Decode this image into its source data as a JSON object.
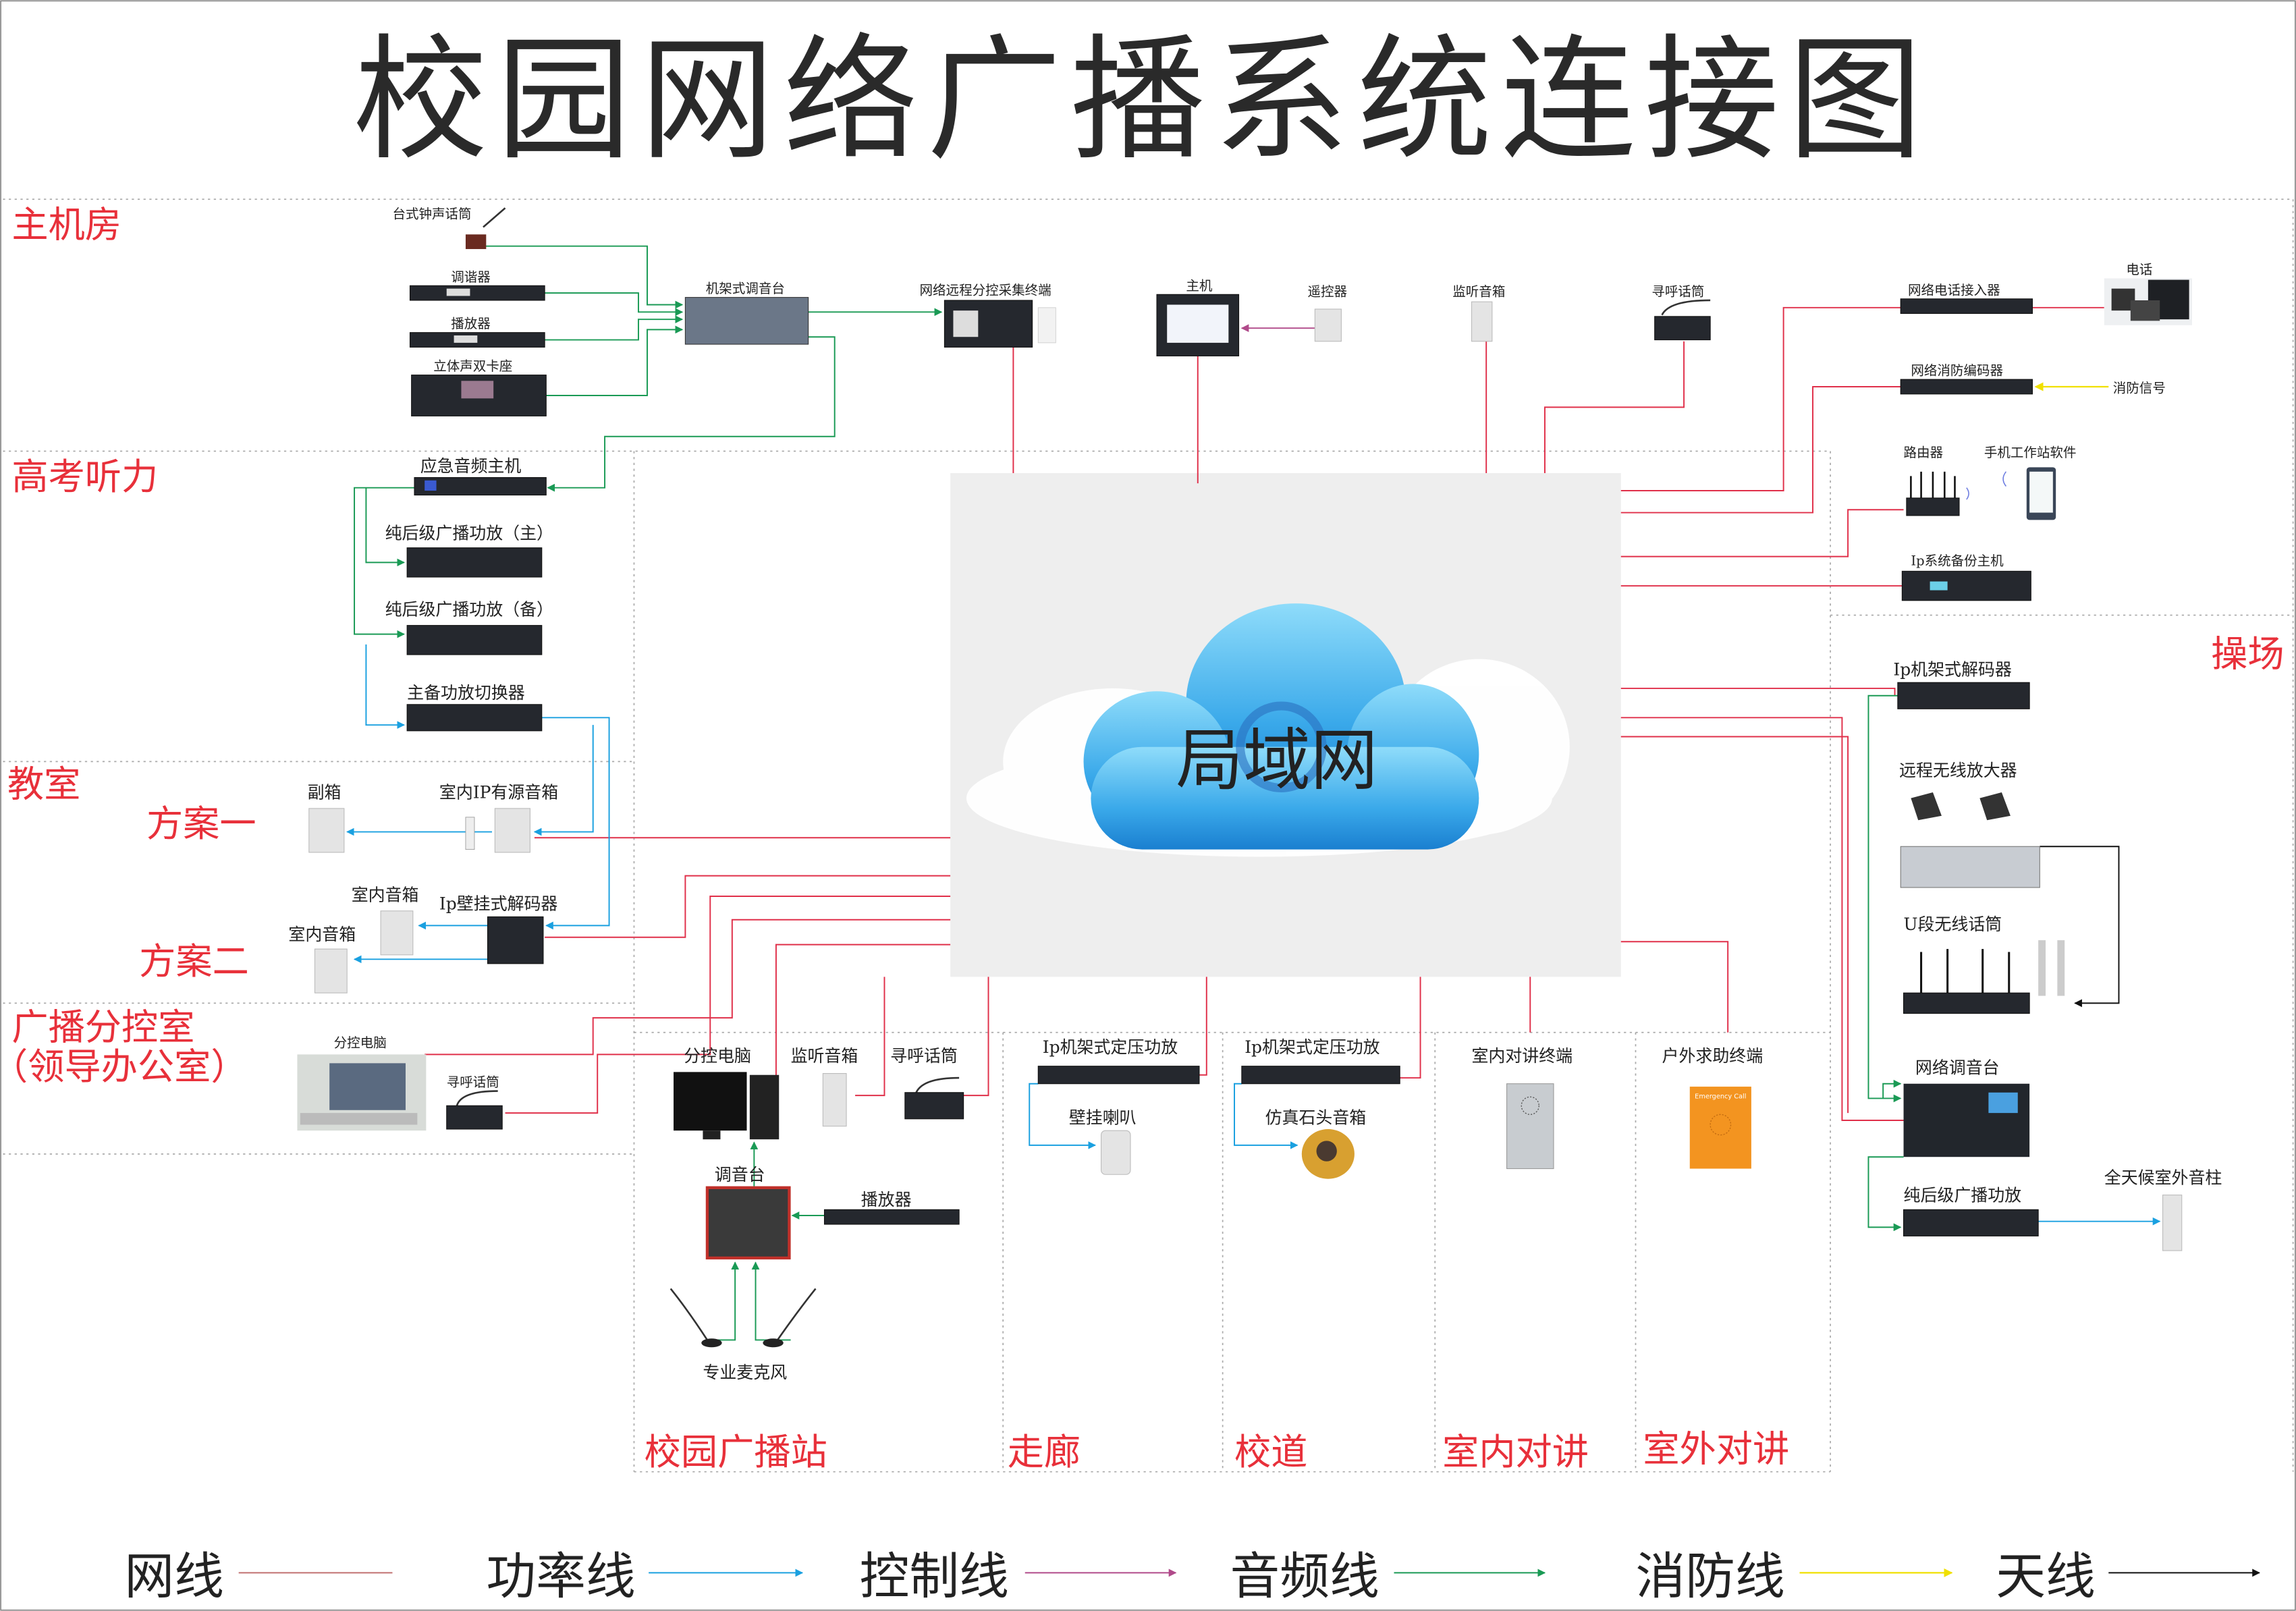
{
  "title": "校园网络广播系统连接图",
  "cloud_label": "局域网",
  "sections": {
    "machine_room": "主机房",
    "exam_listening": "高考听力",
    "classroom": "教室",
    "plan_one": "方案一",
    "plan_two": "方案二",
    "branch_room": "广播分控室",
    "branch_room_sub": "（领导办公室）",
    "playground": "操场",
    "station": "校园广播站",
    "corridor": "走廊",
    "campus_road": "校道",
    "indoor_intercom": "室内对讲",
    "outdoor_intercom": "室外对讲"
  },
  "devices": {
    "desk_chime_mic": "台式钟声话筒",
    "tuner": "调谐器",
    "player": "播放器",
    "dual_cassette": "立体声双卡座",
    "rack_mixer": "机架式调音台",
    "remote_terminal": "网络远程分控采集终端",
    "host": "主机",
    "remote_control": "遥控器",
    "monitor_speaker": "监听音箱",
    "paging_mic": "寻呼话筒",
    "phone_gateway": "网络电话接入器",
    "telephone": "电话",
    "fire_encoder": "网络消防编码器",
    "fire_signal": "消防信号",
    "router": "路由器",
    "mobile_app": "手机工作站软件",
    "backup_host": "Ip系统备份主机",
    "emergency_host": "应急音频主机",
    "amp_main": "纯后级广播功放（主）",
    "amp_backup": "纯后级广播功放（备）",
    "amp_switcher": "主备功放切换器",
    "sub_speaker": "副箱",
    "ip_active_speaker": "室内IP有源音箱",
    "indoor_speaker_1": "室内音箱",
    "wall_decoder": "Ip壁挂式解码器",
    "indoor_speaker_2": "室内音箱",
    "branch_pc": "分控电脑",
    "branch_paging_mic": "寻呼话筒",
    "station_pc": "分控电脑",
    "station_monitor": "监听音箱",
    "station_paging_mic": "寻呼话筒",
    "station_mixer": "调音台",
    "station_player": "播放器",
    "pro_mic": "专业麦克风",
    "corridor_amp": "Ip机架式定压功放",
    "wall_horn": "壁挂喇叭",
    "road_amp": "Ip机架式定压功放",
    "rock_speaker": "仿真石头音箱",
    "indoor_intercom_terminal": "室内对讲终端",
    "outdoor_help_terminal": "户外求助终端",
    "emergency_call_text": "Emergency Call",
    "rack_decoder": "Ip机架式解码器",
    "wireless_amp": "远程无线放大器",
    "uhf_mic": "U段无线话筒",
    "network_mixer": "网络调音台",
    "playground_amp": "纯后级广播功放",
    "outdoor_column": "全天候室外音柱"
  },
  "legend": [
    {
      "label": "网线",
      "color": "#e0304a"
    },
    {
      "label": "功率线",
      "color": "#1aa0e0"
    },
    {
      "label": "控制线",
      "color": "#b04a8a"
    },
    {
      "label": "音频线",
      "color": "#1a9a55"
    },
    {
      "label": "消防线",
      "color": "#f0e000"
    },
    {
      "label": "天线",
      "color": "#111111"
    }
  ]
}
